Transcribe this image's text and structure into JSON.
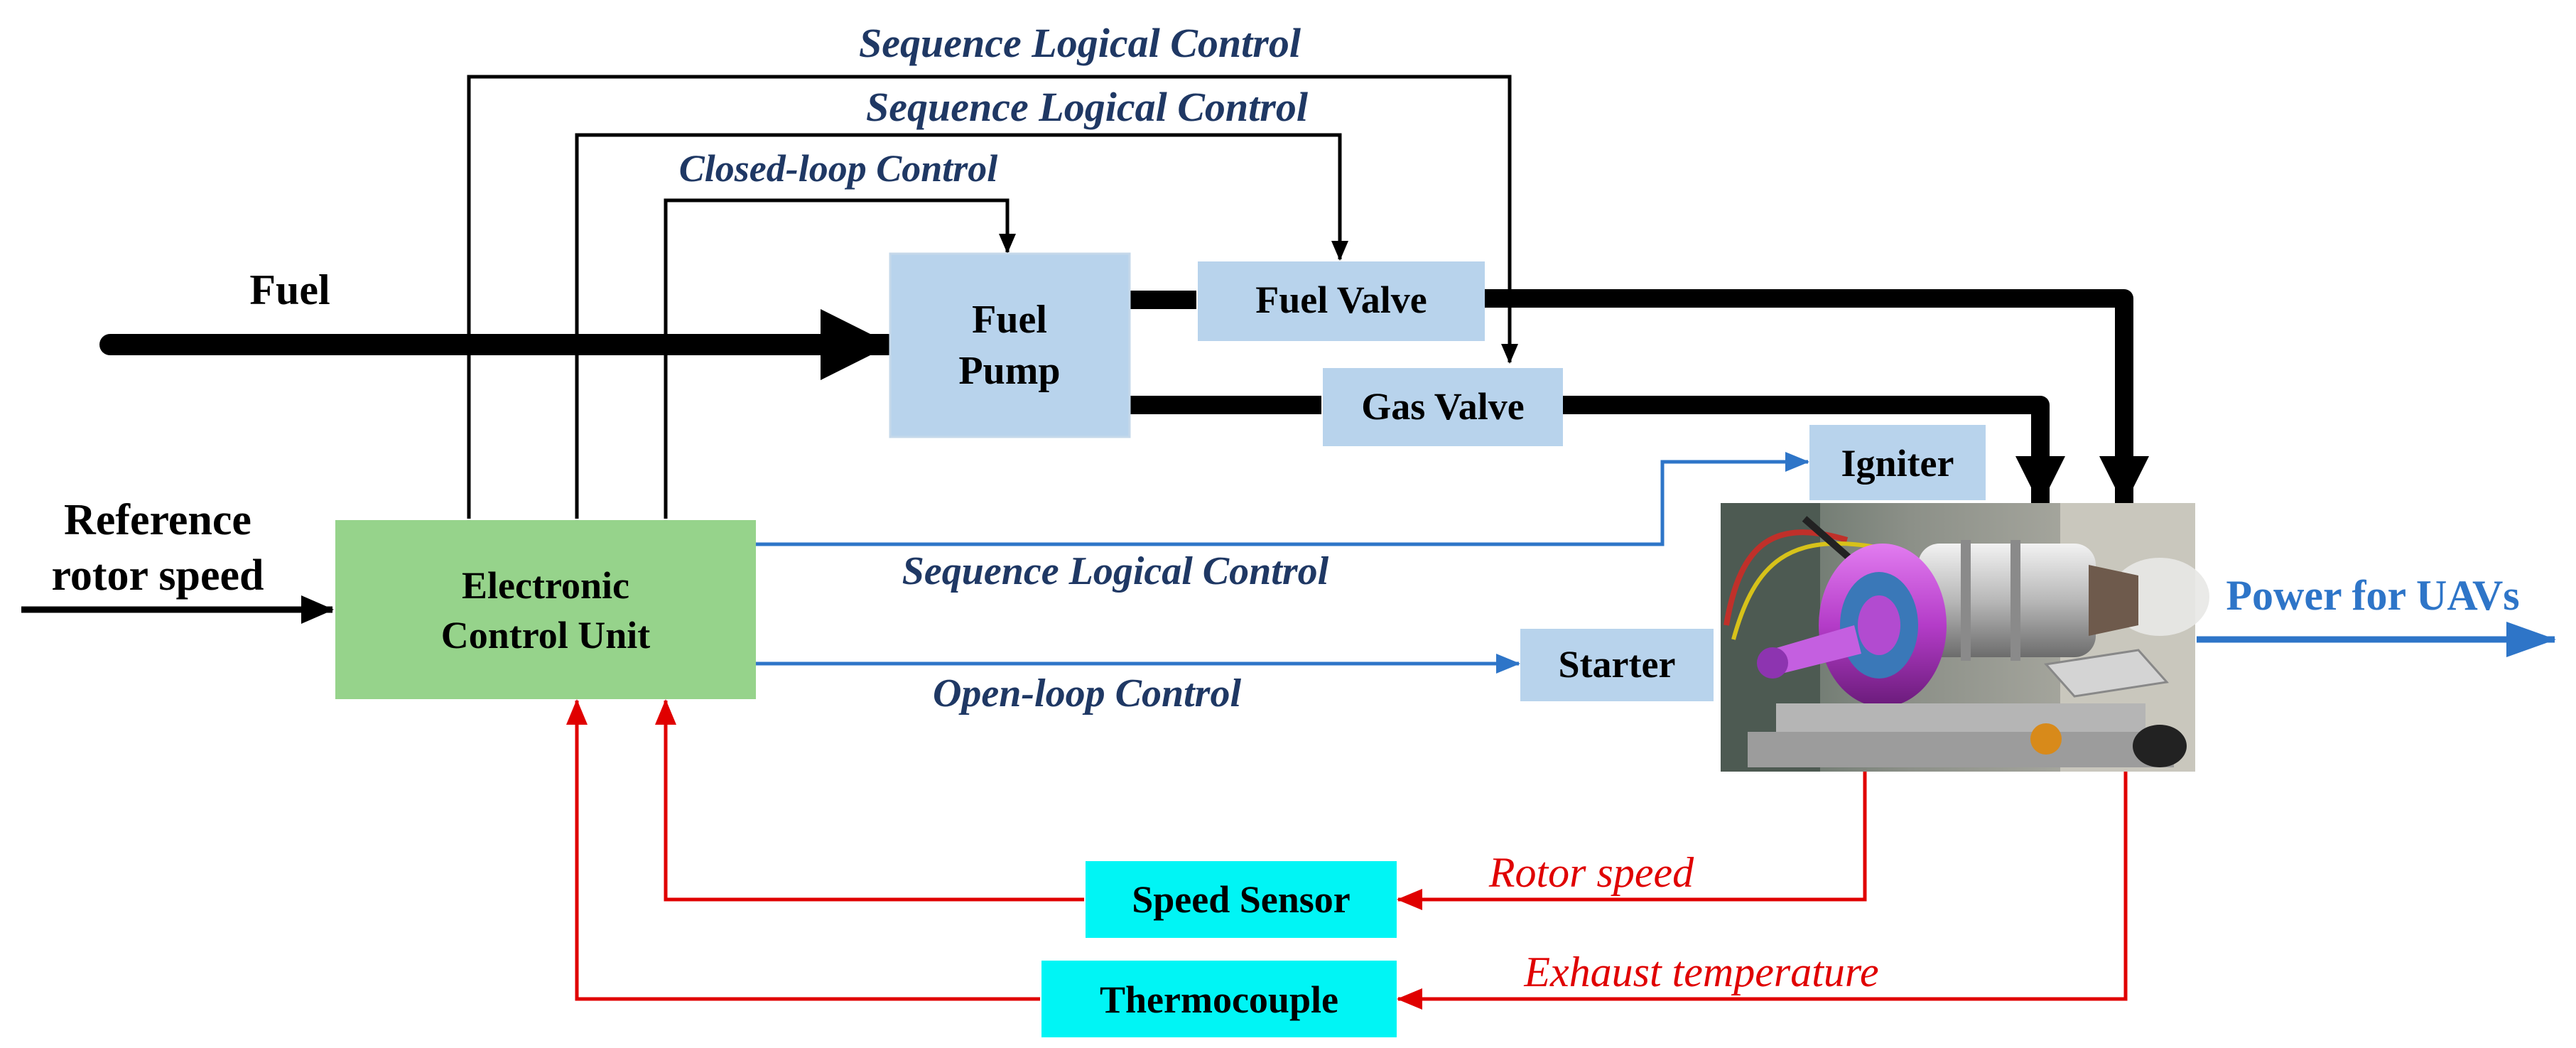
{
  "labels": {
    "sequence_top": "Sequence Logical Control",
    "sequence_mid": "Sequence Logical Control",
    "closed_loop": "Closed-loop Control",
    "fuel": "Fuel",
    "reference_line1": "Reference",
    "reference_line2": "rotor speed",
    "sequence_ecu_igniter": "Sequence Logical Control",
    "open_loop": "Open-loop Control",
    "power_output": "Power for UAVs",
    "rotor_speed": "Rotor speed",
    "exhaust_temperature": "Exhaust temperature"
  },
  "blocks": {
    "fuel_pump_line1": "Fuel",
    "fuel_pump_line2": "Pump",
    "fuel_valve": "Fuel Valve",
    "gas_valve": "Gas Valve",
    "igniter": "Igniter",
    "starter": "Starter",
    "ecu_line1": "Electronic",
    "ecu_line2": "Control Unit",
    "speed_sensor": "Speed Sensor",
    "thermocouple": "Thermocouple"
  },
  "colors": {
    "block_blue": "#b8d3ec",
    "ecu_green": "#96d38b",
    "sensor_cyan": "#00f5f5",
    "control_text": "#1f3864",
    "signal_blue": "#2e75c8",
    "feedback_red": "#e00000",
    "fuel_line": "#000000"
  },
  "image": {
    "subject": "micro turbojet engine photo"
  }
}
